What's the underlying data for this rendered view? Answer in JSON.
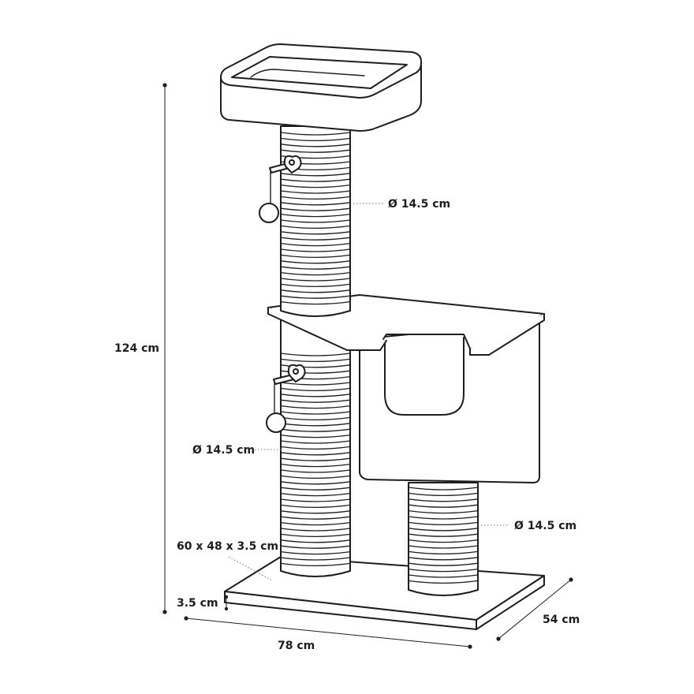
{
  "dimensions": {
    "height": "124 cm",
    "top_post_diameter": "Ø 14.5 cm",
    "left_post_diameter": "Ø 14.5 cm",
    "right_post_diameter": "Ø 14.5 cm",
    "base_size": "60 x 48 x 3.5 cm",
    "base_thickness": "3.5 cm",
    "width": "78 cm",
    "depth": "54 cm"
  },
  "colors": {
    "line": "#1e1e1e",
    "background": "#ffffff"
  }
}
